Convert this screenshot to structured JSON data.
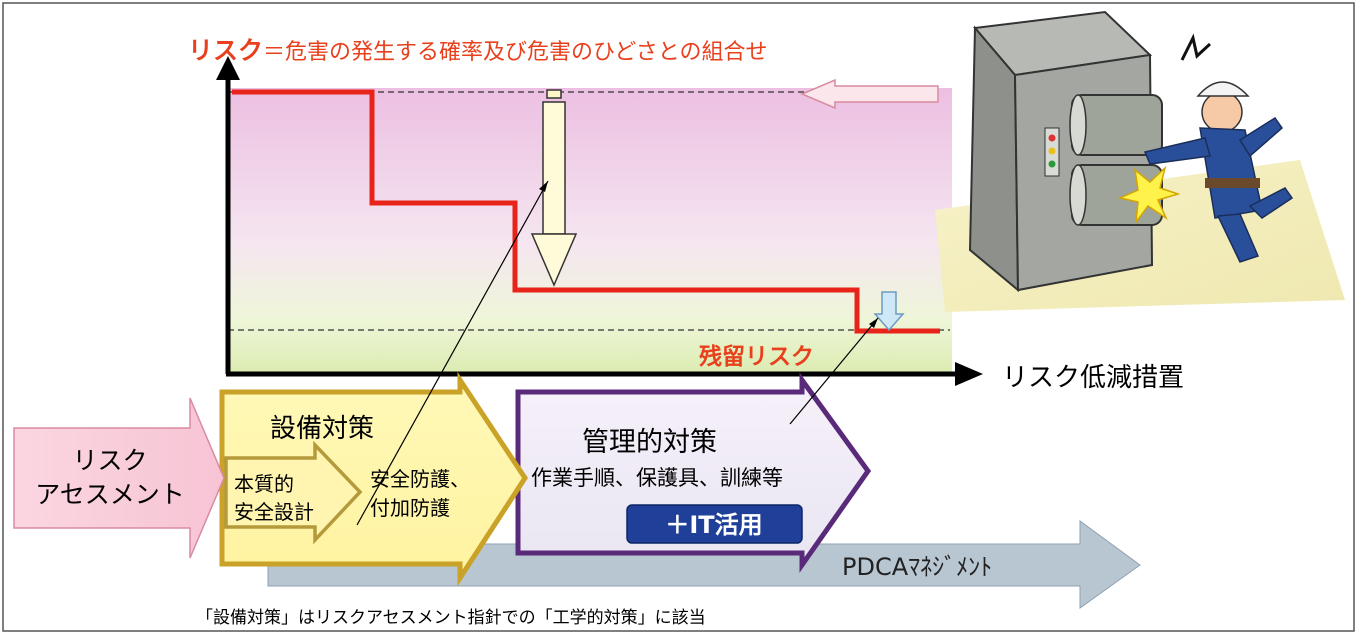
{
  "title": {
    "prefix": "リスク",
    "rest": "＝危害の発生する確率及び危害のひどさとの組合せ"
  },
  "labels": {
    "residual_risk": "残留リスク",
    "x_axis": "リスク低減措置",
    "facility_measures": "設備対策",
    "risk_assessment_line1": "リスク",
    "risk_assessment_line2": "アセスメント",
    "inherent_line1": "本質的",
    "inherent_line2": "安全設計",
    "protection_line1": "安全防護、",
    "protection_line2": "付加防護",
    "management": "管理的対策",
    "management_sub": "作業手順、保護具、訓練等",
    "it_badge": "＋IT活用",
    "pdca": "PDCAﾏﾈｼﾞﾒﾝﾄ",
    "footnote": "「設備対策」はリスクアセスメント指針での「工学的対策」に該当"
  },
  "colors": {
    "title_red": "#e8401c",
    "risk_line": "#e8231a",
    "facility_border": "#c9a227",
    "management_border": "#5a2a7a",
    "it_badge": "#1f3f99",
    "pdca_arrow": "#b8c6d2",
    "inherent_border": "#b49a3a"
  },
  "icons": {
    "machine": "machine-accident-illustration"
  }
}
